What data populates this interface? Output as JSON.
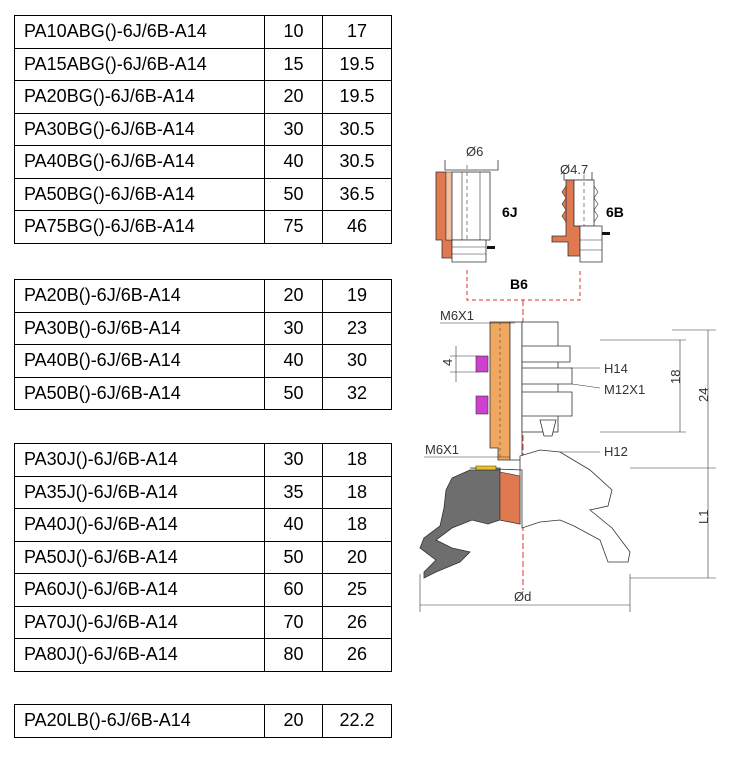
{
  "tables": [
    {
      "rows": [
        [
          "PA10ABG()-6J/6B-A14",
          "10",
          "17"
        ],
        [
          "PA15ABG()-6J/6B-A14",
          "15",
          "19.5"
        ],
        [
          "PA20BG()-6J/6B-A14",
          "20",
          "19.5"
        ],
        [
          "PA30BG()-6J/6B-A14",
          "30",
          "30.5"
        ],
        [
          "PA40BG()-6J/6B-A14",
          "40",
          "30.5"
        ],
        [
          "PA50BG()-6J/6B-A14",
          "50",
          "36.5"
        ],
        [
          "PA75BG()-6J/6B-A14",
          "75",
          "46"
        ]
      ]
    },
    {
      "rows": [
        [
          "PA20B()-6J/6B-A14",
          "20",
          "19"
        ],
        [
          "PA30B()-6J/6B-A14",
          "30",
          "23"
        ],
        [
          "PA40B()-6J/6B-A14",
          "40",
          "30"
        ],
        [
          "PA50B()-6J/6B-A14",
          "50",
          "32"
        ]
      ]
    },
    {
      "rows": [
        [
          "PA30J()-6J/6B-A14",
          "30",
          "18"
        ],
        [
          "PA35J()-6J/6B-A14",
          "35",
          "18"
        ],
        [
          "PA40J()-6J/6B-A14",
          "40",
          "18"
        ],
        [
          "PA50J()-6J/6B-A14",
          "50",
          "20"
        ],
        [
          "PA60J()-6J/6B-A14",
          "60",
          "25"
        ],
        [
          "PA70J()-6J/6B-A14",
          "70",
          "26"
        ],
        [
          "PA80J()-6J/6B-A14",
          "80",
          "26"
        ]
      ]
    },
    {
      "rows": [
        [
          "PA20LB()-6J/6B-A14",
          "20",
          "22.2"
        ]
      ]
    }
  ],
  "drawing": {
    "fitting_6j": {
      "dia": "Ø6",
      "label": "6J"
    },
    "fitting_6b": {
      "dia": "Ø4.7",
      "label": "6B"
    },
    "b6_label": "B6",
    "thread_top": "M6X1",
    "thread_lower": "M6X1",
    "h14": "H14",
    "m12": "M12X1",
    "h12": "H12",
    "dim4": "4",
    "dim18": "18",
    "dim24": "24",
    "dimL1": "L1",
    "dimOd": "Ød"
  },
  "colors": {
    "copper": "#e07850",
    "brass": "#f0a860",
    "rubber": "#6e6e6e",
    "magenta": "#d040d0",
    "yellow": "#f0c020",
    "centerline": "#e03030",
    "watermark": "#f3c4c4"
  }
}
